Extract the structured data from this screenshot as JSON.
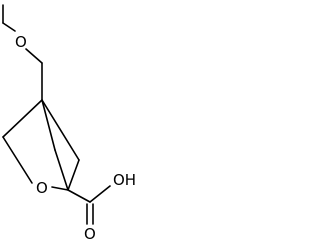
{
  "molecule": {
    "atom_labels": {
      "ether_oxygen": "O",
      "ring_oxygen": "O",
      "acid_group": "OH",
      "carbonyl_oxygen": "O"
    }
  },
  "colors": {
    "bond": "#000000",
    "text": "#000000",
    "background": "#ffffff"
  }
}
